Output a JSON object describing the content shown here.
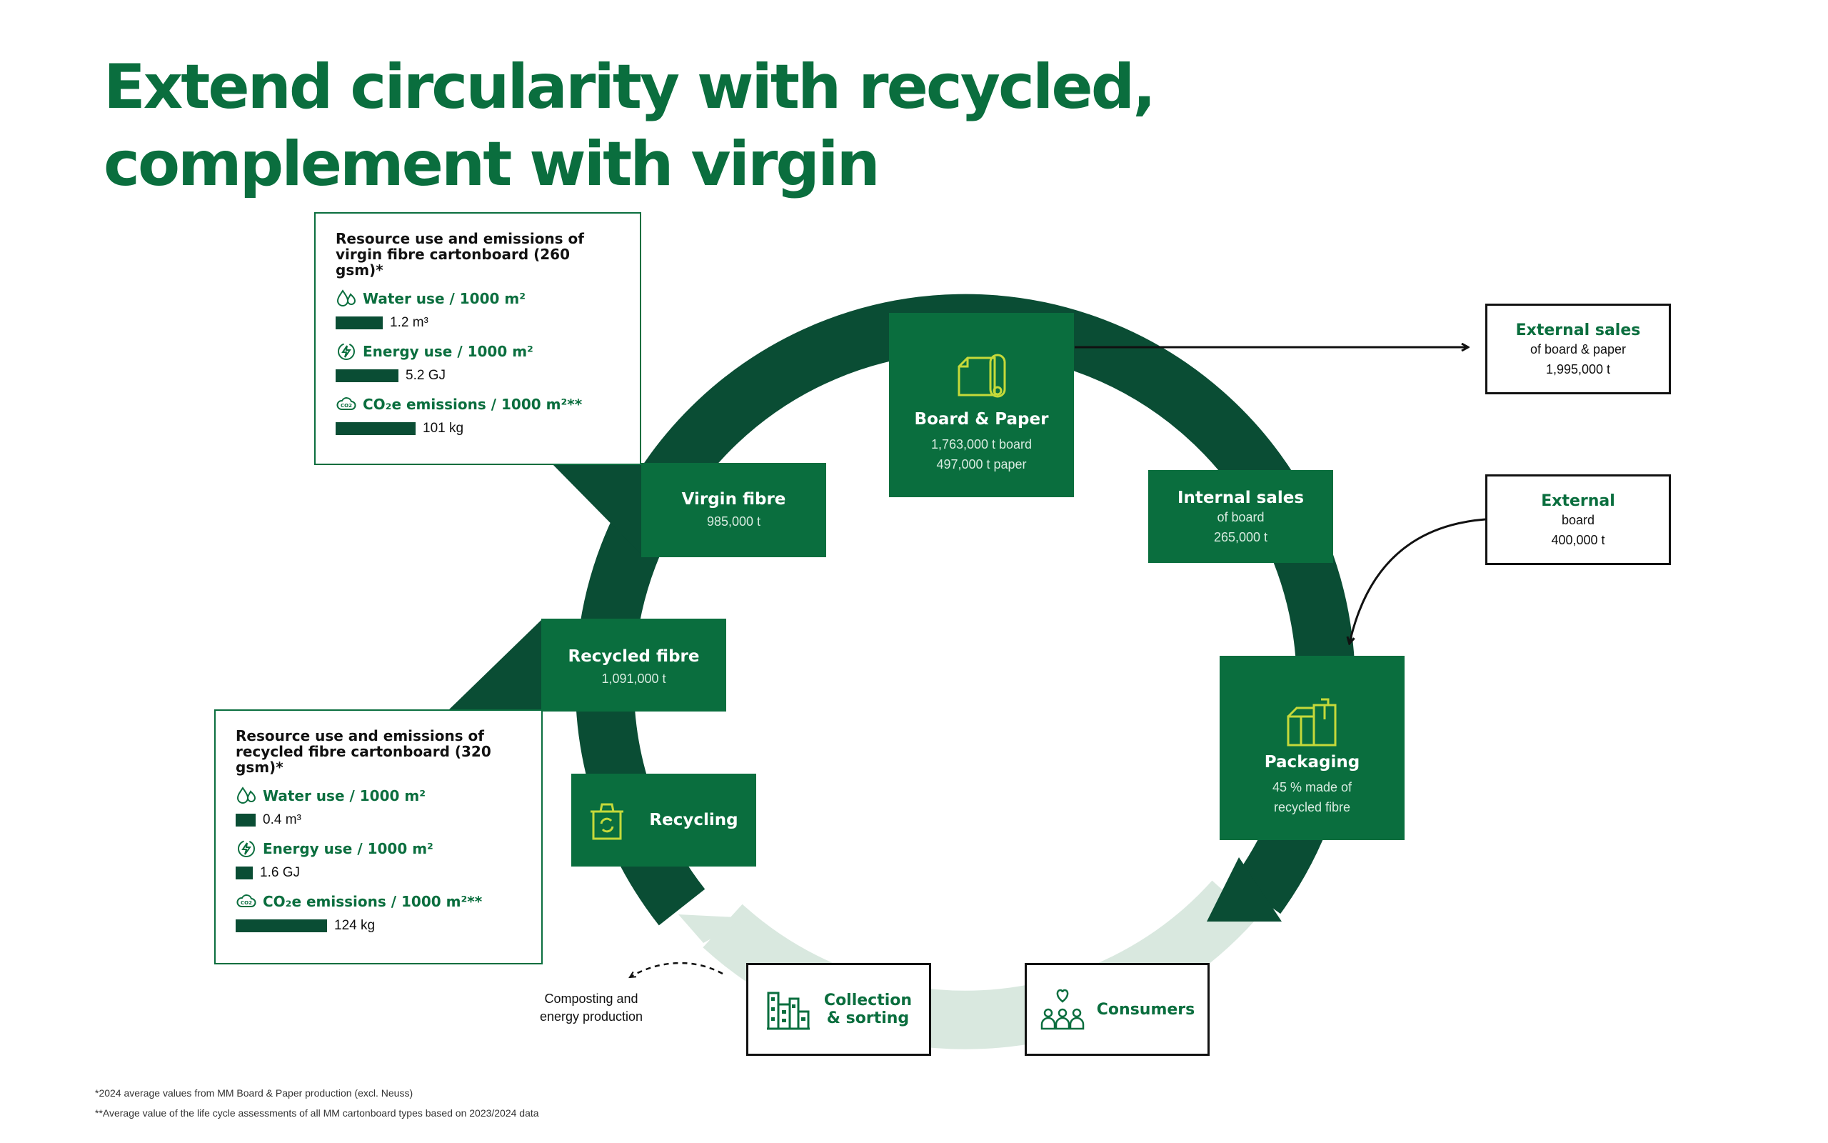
{
  "title": {
    "line1": "Extend circularity with recycled,",
    "line2": "complement with virgin"
  },
  "colors": {
    "accent": "#0a6e3e",
    "dark_green": "#0a4d34",
    "ring_light": "#d9e8df",
    "icon_yellow": "#c6d93a"
  },
  "virgin_panel": {
    "heading_line1": "Resource use and emissions of",
    "heading_line2": "virgin fibre cartonboard (260 gsm)*",
    "water_label": "Water use / 1000 m²",
    "water_value": "1.2 m³",
    "water_amount": 1.2,
    "energy_label": "Energy use / 1000 m²",
    "energy_value": "5.2 GJ",
    "energy_amount": 5.2,
    "co2_label": "CO₂e emissions / 1000 m²**",
    "co2_value": "101 kg",
    "co2_amount": 101
  },
  "recycled_panel": {
    "heading_line1": "Resource use and emissions of",
    "heading_line2": "recycled fibre cartonboard (320 gsm)*",
    "water_label": "Water use / 1000 m²",
    "water_value": "0.4 m³",
    "water_amount": 0.4,
    "energy_label": "Energy use / 1000 m²",
    "energy_value": "1.6 GJ",
    "energy_amount": 1.6,
    "co2_label": "CO₂e emissions / 1000 m²**",
    "co2_value": "124 kg",
    "co2_amount": 124
  },
  "board_paper": {
    "title": "Board & Paper",
    "line1": "1,763,000 t board",
    "line2": "497,000 t paper"
  },
  "virgin_fibre": {
    "title": "Virgin fibre",
    "line1": "985,000 t"
  },
  "internal_sales": {
    "title": "Internal sales",
    "line1": "of board",
    "line2": "265,000 t"
  },
  "recycled_fibre": {
    "title": "Recycled fibre",
    "line1": "1,091,000 t"
  },
  "packaging": {
    "title": "Packaging",
    "line1": "45 % made of",
    "line2": "recycled fibre"
  },
  "recycling": {
    "title": "Recycling"
  },
  "collection": {
    "title_line1": "Collection",
    "title_line2": "& sorting"
  },
  "consumers": {
    "title": "Consumers"
  },
  "external_sales": {
    "title": "External sales",
    "line1": "of board & paper",
    "line2": "1,995,000 t"
  },
  "external_board": {
    "title": "External",
    "line1": "board",
    "line2": "400,000 t"
  },
  "composting": {
    "line1": "Composting and",
    "line2": "energy production"
  },
  "footnotes": {
    "note1": "*2024 average values from MM Board & Paper production (excl. Neuss)",
    "note2": "**Average value of the life cycle assessments of all MM cartonboard types based on 2023/2024 data"
  }
}
